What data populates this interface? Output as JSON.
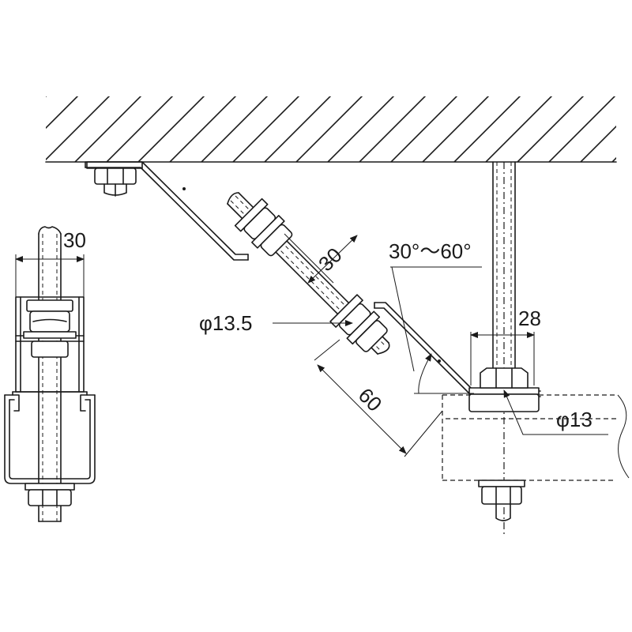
{
  "dimensions": {
    "rod_width_side": "30",
    "bracket_offset": "30",
    "angle_range": "30°～60°",
    "hole_bracket": "φ13.5",
    "rod_spacing": "28",
    "hole_base": "φ13",
    "bracket_length": "60"
  }
}
